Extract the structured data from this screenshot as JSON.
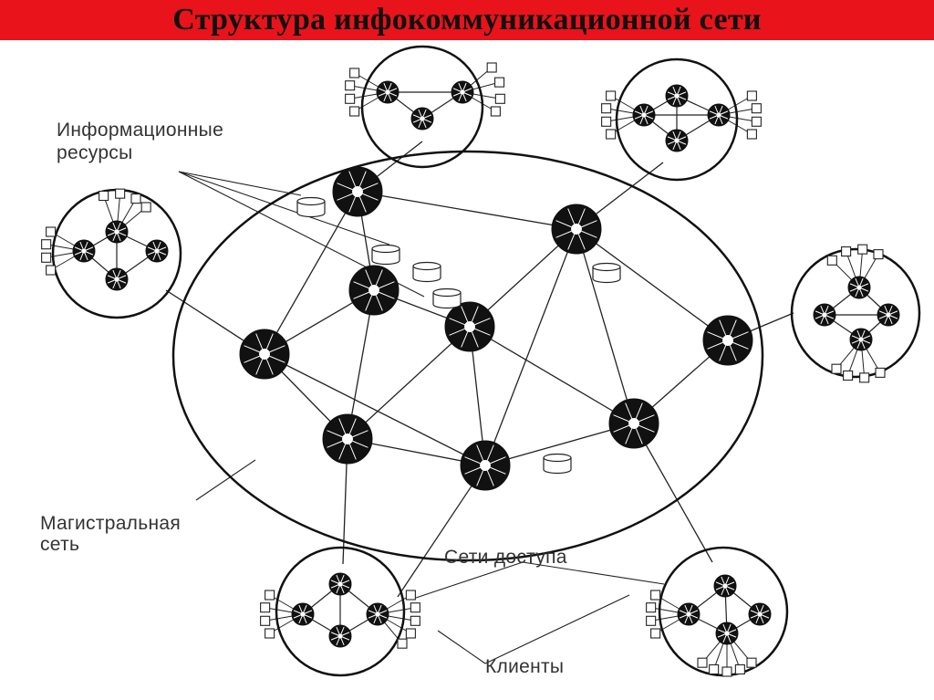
{
  "title": "Структура инфокоммуникационной сети",
  "colors": {
    "title_bar": "#e8131b",
    "ink": "#111111",
    "label": "#333333"
  },
  "labels": {
    "info_resources_line1": "Информационные",
    "info_resources_line2": "ресурсы",
    "backbone_line1": "Магистральная",
    "backbone_line2": "сеть",
    "access_networks": "Сети доступа",
    "clients": "Клиенты"
  },
  "icons": [
    "backbone-node-icon",
    "access-node-icon",
    "database-icon",
    "client-terminal-icon"
  ]
}
